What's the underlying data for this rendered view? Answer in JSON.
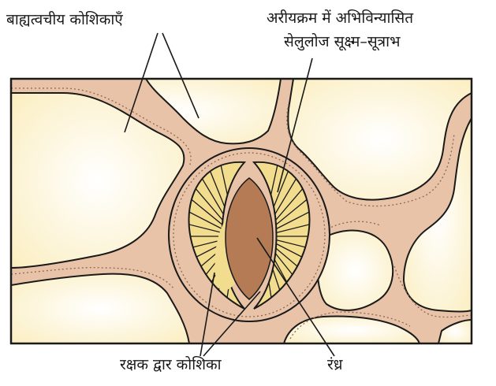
{
  "labels": {
    "epidermal_cells": "बाह्यत्वचीय कोशिकाएँ",
    "microfibrils_line1": "अरीयक्रम में अभिविन्यासित",
    "microfibrils_line2": "सेलुलोज सूक्ष्म–सूत्राभ",
    "guard_cells": "रक्षक द्वार कोशिका",
    "stomatal_pore": "रंध्र"
  },
  "colors": {
    "cell_wall": "#e8c3a8",
    "cell_fill": "#fdf5d2",
    "guard_cell_fill": "#f2dc8e",
    "pore_fill": "#b47b54",
    "outline": "#1a1a1a"
  }
}
